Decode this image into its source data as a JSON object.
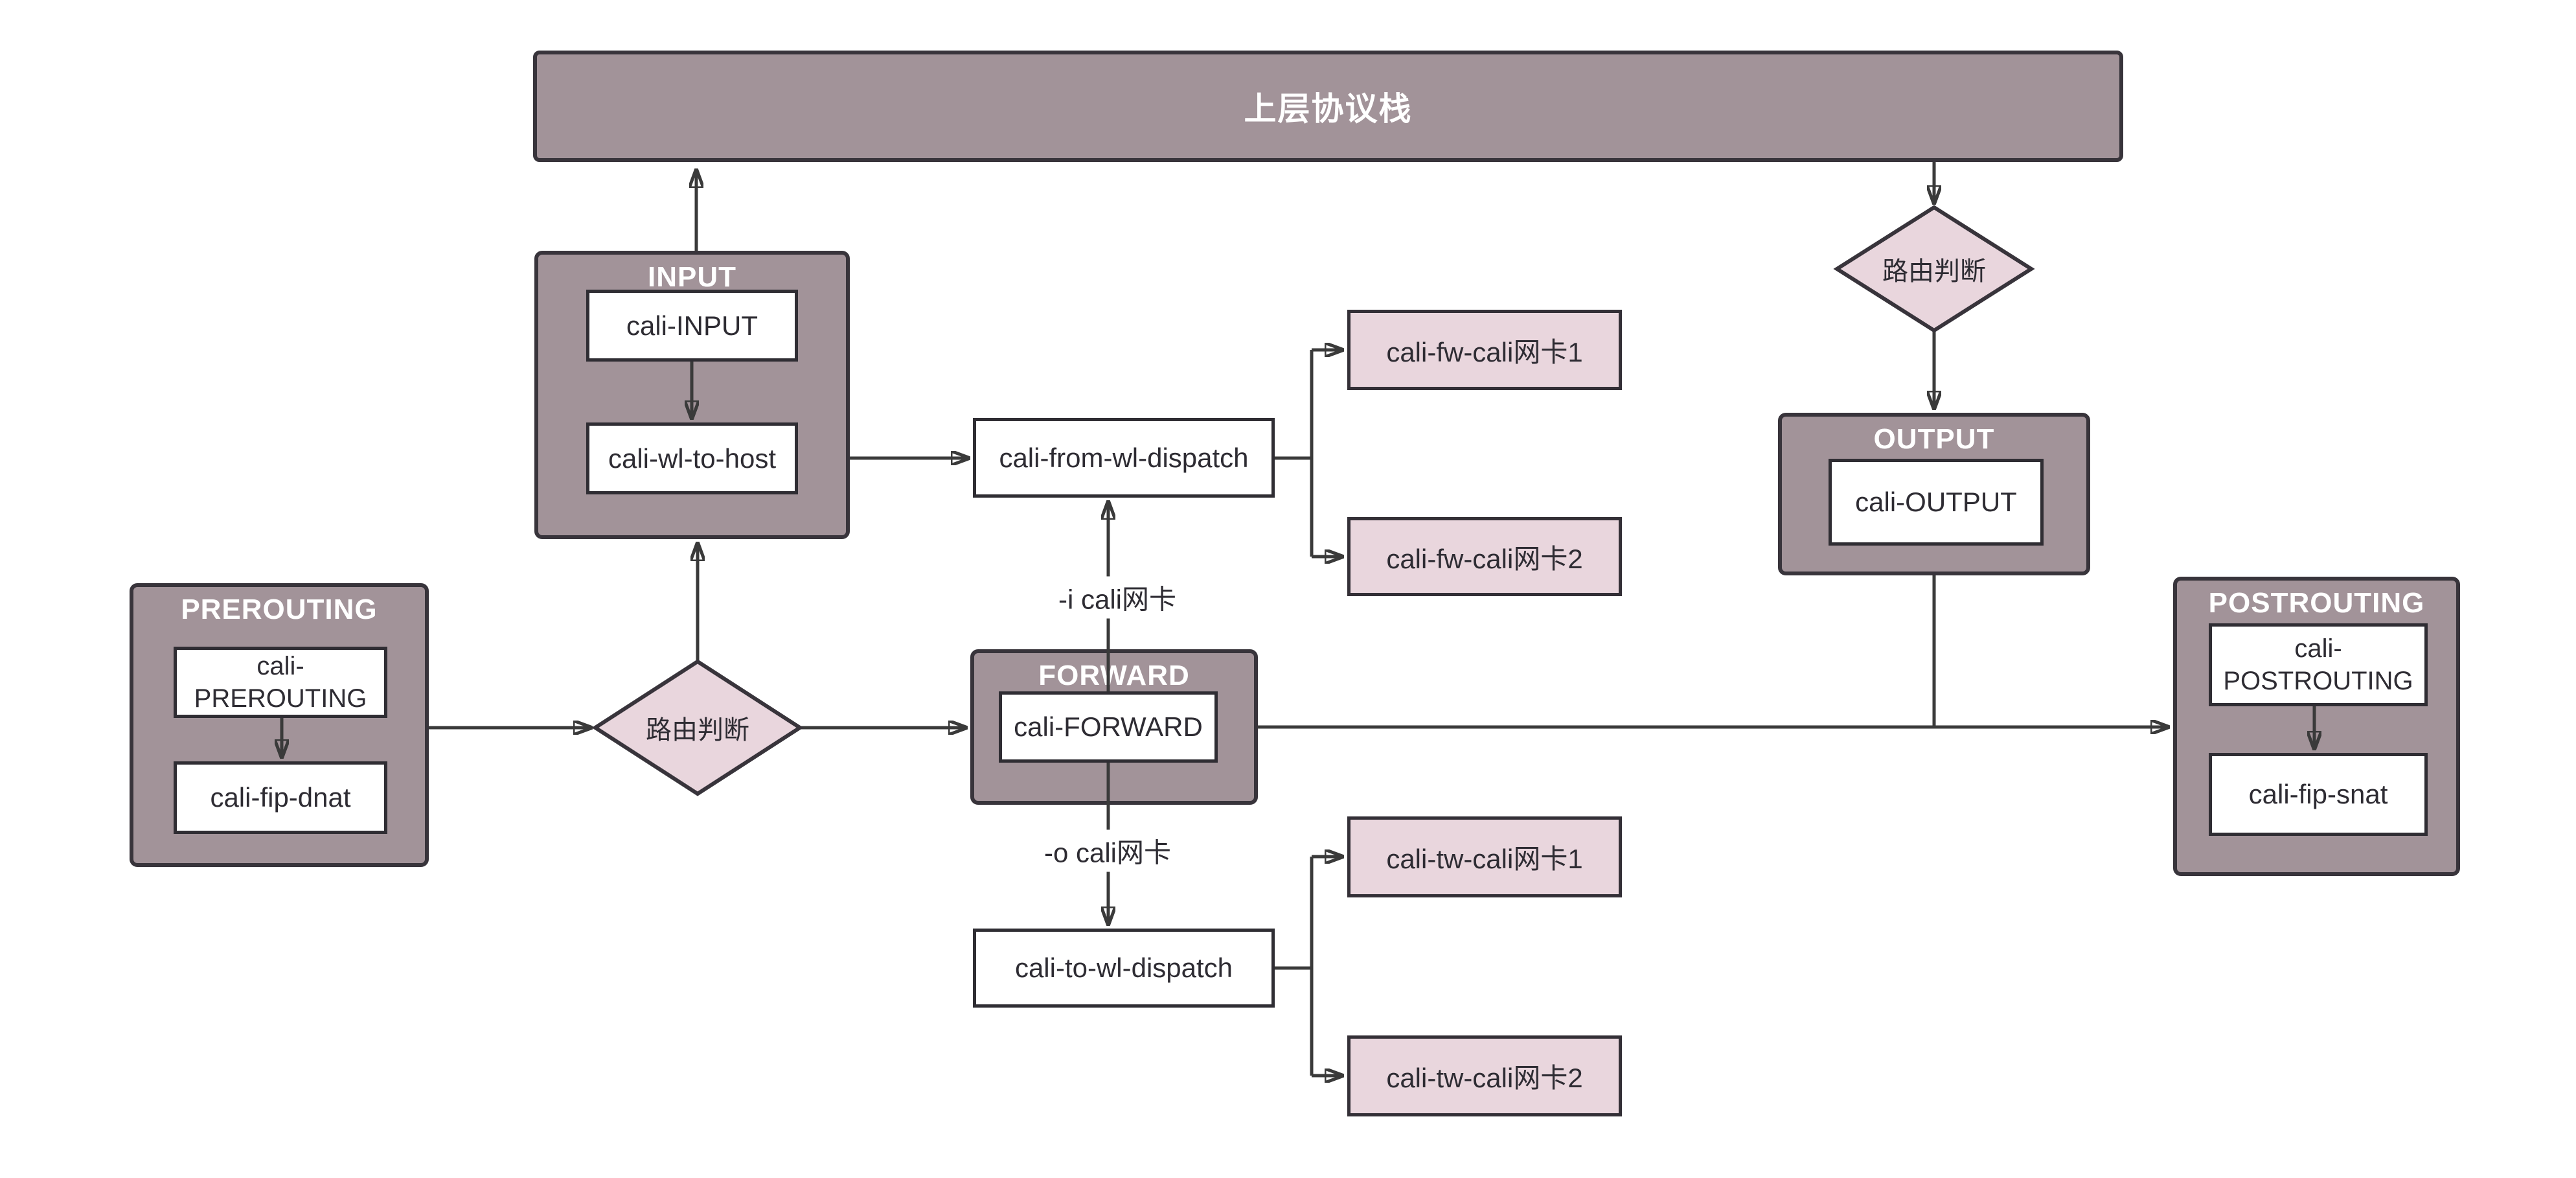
{
  "colors": {
    "group_fill": "#a29399",
    "pink_fill": "#e9d6dd",
    "box_fill": "#ffffff",
    "border_dark": "#38343b",
    "line": "#3a3a3a",
    "text_dark": "#2e2c33",
    "text_light": "#ffffff",
    "background": "#ffffff"
  },
  "nodes": {
    "upper_protocol_stack": "上层协议栈",
    "routing_decision_left": "路由判断",
    "routing_decision_right": "路由判断",
    "from_wl_dispatch": "cali-from-wl-dispatch",
    "to_wl_dispatch": "cali-to-wl-dispatch",
    "fw_nic1": "cali-fw-cali网卡1",
    "fw_nic2": "cali-fw-cali网卡2",
    "tw_nic1": "cali-tw-cali网卡1",
    "tw_nic2": "cali-tw-cali网卡2"
  },
  "groups": {
    "prerouting": {
      "title": "PREROUTING",
      "chain_top": "cali-PREROUTING",
      "chain_bottom": "cali-fip-dnat"
    },
    "input": {
      "title": "INPUT",
      "chain_top": "cali-INPUT",
      "chain_bottom": "cali-wl-to-host"
    },
    "forward": {
      "title": "FORWARD",
      "chain": "cali-FORWARD"
    },
    "output": {
      "title": "OUTPUT",
      "chain": "cali-OUTPUT"
    },
    "postrouting": {
      "title": "POSTROUTING",
      "chain_top": "cali-POSTROUTING",
      "chain_bottom": "cali-fip-snat"
    }
  },
  "edge_labels": {
    "in_interface": "-i cali网卡",
    "out_interface": "-o cali网卡"
  },
  "edges": [
    {
      "from": "cali-PREROUTING",
      "to": "cali-fip-dnat"
    },
    {
      "from": "PREROUTING",
      "to": "路由判断(左)"
    },
    {
      "from": "路由判断(左)",
      "to": "INPUT"
    },
    {
      "from": "路由判断(左)",
      "to": "FORWARD"
    },
    {
      "from": "cali-INPUT",
      "to": "cali-wl-to-host"
    },
    {
      "from": "INPUT",
      "to": "上层协议栈"
    },
    {
      "from": "cali-wl-to-host",
      "to": "cali-from-wl-dispatch"
    },
    {
      "from": "FORWARD",
      "to": "cali-from-wl-dispatch",
      "label": "-i cali网卡"
    },
    {
      "from": "cali-from-wl-dispatch",
      "to": "cali-fw-cali网卡1"
    },
    {
      "from": "cali-from-wl-dispatch",
      "to": "cali-fw-cali网卡2"
    },
    {
      "from": "FORWARD",
      "to": "cali-to-wl-dispatch",
      "label": "-o cali网卡"
    },
    {
      "from": "cali-to-wl-dispatch",
      "to": "cali-tw-cali网卡1"
    },
    {
      "from": "cali-to-wl-dispatch",
      "to": "cali-tw-cali网卡2"
    },
    {
      "from": "FORWARD",
      "to": "POSTROUTING"
    },
    {
      "from": "上层协议栈",
      "to": "路由判断(右)"
    },
    {
      "from": "路由判断(右)",
      "to": "OUTPUT"
    },
    {
      "from": "OUTPUT",
      "to": "POSTROUTING"
    },
    {
      "from": "cali-POSTROUTING",
      "to": "cali-fip-snat"
    }
  ]
}
